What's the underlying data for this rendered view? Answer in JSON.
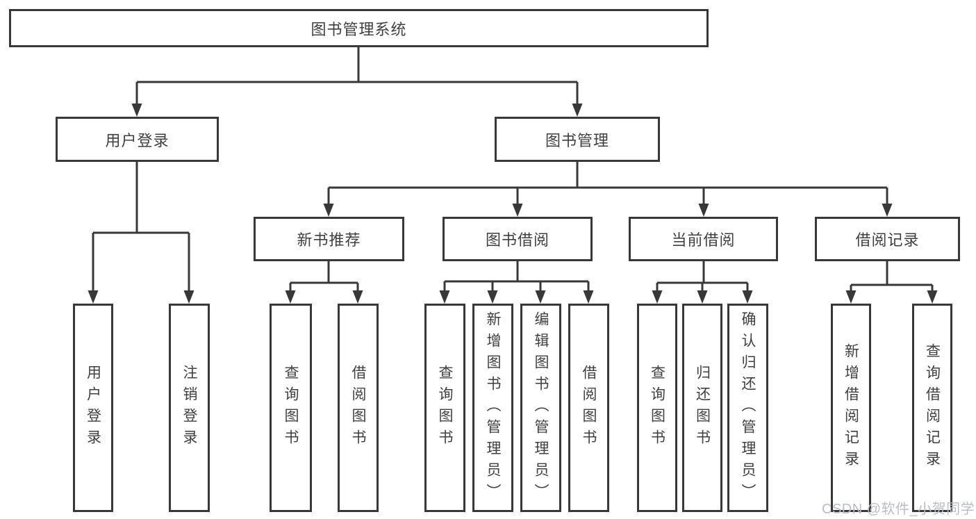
{
  "diagram": {
    "root": {
      "label": "图书管理系统"
    },
    "branches": [
      {
        "label": "用户登录",
        "children": [
          {
            "label": "用户登录"
          },
          {
            "label": "注销登录"
          }
        ]
      },
      {
        "label": "图书管理",
        "children": [
          {
            "label": "新书推荐",
            "children": [
              {
                "label": "查询图书"
              },
              {
                "label": "借阅图书"
              }
            ]
          },
          {
            "label": "图书借阅",
            "children": [
              {
                "label": "查询图书"
              },
              {
                "label": "新增图书（管理员）"
              },
              {
                "label": "编辑图书（管理员）"
              },
              {
                "label": "借阅图书"
              }
            ]
          },
          {
            "label": "当前借阅",
            "children": [
              {
                "label": "查询图书"
              },
              {
                "label": "归还图书"
              },
              {
                "label": "确认归还（管理员）"
              }
            ]
          },
          {
            "label": "借阅记录",
            "children": [
              {
                "label": "新增借阅记录"
              },
              {
                "label": "查询借阅记录"
              }
            ]
          }
        ]
      }
    ]
  },
  "watermark": {
    "text": "CSDN @软件_小贺同学"
  },
  "colors": {
    "line": "#383838",
    "text": "#3f3f3f",
    "watermark": "#b9bdc4",
    "bg": "#ffffff"
  }
}
